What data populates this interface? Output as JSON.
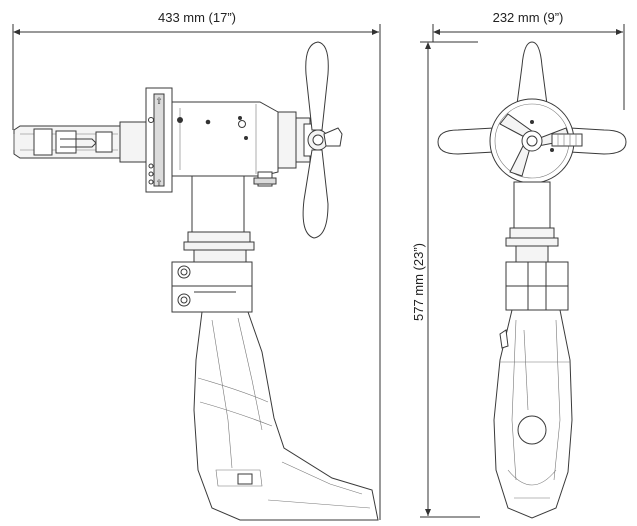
{
  "dimensions": {
    "side_width": "433 mm (17”)",
    "front_width": "232 mm (9”)",
    "height": "577 mm (23”)"
  }
}
